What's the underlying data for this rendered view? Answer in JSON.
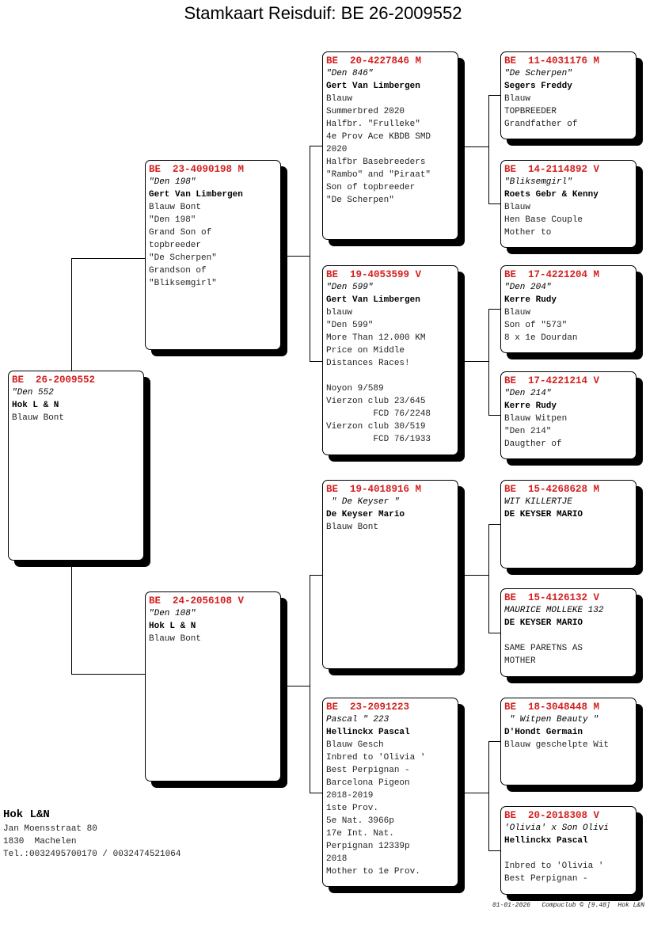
{
  "title": "Stamkaart Reisduif: BE  26-2009552",
  "pigeons": [
    {
      "ring": "BE  26-2009552",
      "name": "\"Den 552",
      "owner": "Hok L & N",
      "lines": [
        "Blauw Bont"
      ]
    },
    {
      "ring": "BE  23-4090198 M",
      "name": "\"Den 198\"",
      "owner": "Gert Van Limbergen",
      "lines": [
        "Blauw Bont",
        "\"Den 198\"",
        "Grand Son of",
        "topbreeder",
        "\"De Scherpen\"",
        "Grandson of",
        "\"Bliksemgirl\""
      ]
    },
    {
      "ring": "BE  24-2056108 V",
      "name": "\"Den 108\"",
      "owner": "Hok L & N",
      "lines": [
        "Blauw Bont"
      ]
    },
    {
      "ring": "BE  20-4227846 M",
      "name": "\"Den 846\"",
      "owner": "Gert Van Limbergen",
      "lines": [
        "Blauw",
        "Summerbred 2020",
        "Halfbr. \"Frulleke\"",
        "4e Prov Ace KBDB SMD",
        "2020",
        "Halfbr Basebreeders",
        "\"Rambo\" and \"Piraat\"",
        "Son of topbreeder",
        "\"De Scherpen\""
      ]
    },
    {
      "ring": "BE  19-4053599 V",
      "name": "\"Den 599\"",
      "owner": "Gert Van Limbergen",
      "lines": [
        "blauw",
        "\"Den 599\"",
        "More Than 12.000 KM",
        "Price on Middle",
        "Distances Races!",
        "",
        "Noyon 9/589",
        "Vierzon club 23/645",
        "         FCD 76/2248",
        "Vierzon club 30/519",
        "         FCD 76/1933"
      ]
    },
    {
      "ring": "BE  19-4018916 M",
      "name": " \" De Keyser \"",
      "owner": "De Keyser Mario",
      "lines": [
        "Blauw Bont"
      ]
    },
    {
      "ring": "BE  23-2091223",
      "name": "Pascal \" 223",
      "owner": "Hellinckx Pascal",
      "lines": [
        "Blauw Gesch",
        "Inbred to 'Olivia '",
        "Best Perpignan -",
        "Barcelona Pigeon",
        "2018-2019",
        "1ste Prov.",
        "5e Nat. 3966p",
        "17e Int. Nat.",
        "Perpignan 12339p",
        "2018",
        "Mother to 1e Prov."
      ]
    },
    {
      "ring": "BE  11-4031176 M",
      "name": "\"De Scherpen\"",
      "owner": "Segers Freddy",
      "lines": [
        "Blauw",
        "TOPBREEDER",
        "Grandfather of"
      ]
    },
    {
      "ring": "BE  14-2114892 V",
      "name": "\"Bliksemgirl\"",
      "owner": "Roets Gebr & Kenny",
      "lines": [
        "Blauw",
        "Hen Base Couple",
        "Mother to"
      ]
    },
    {
      "ring": "BE  17-4221204 M",
      "name": "\"Den 204\"",
      "owner": "Kerre Rudy",
      "lines": [
        "Blauw",
        "Son of \"573\"",
        "8 x 1e Dourdan"
      ]
    },
    {
      "ring": "BE  17-4221214 V",
      "name": "\"Den 214\"",
      "owner": "Kerre Rudy",
      "lines": [
        "Blauw Witpen",
        "\"Den 214\"",
        "Daugther of"
      ]
    },
    {
      "ring": "BE  15-4268628 M",
      "name": "WIT KILLERTJE",
      "owner": "DE KEYSER MARIO",
      "lines": []
    },
    {
      "ring": "BE  15-4126132 V",
      "name": "MAURICE MOLLEKE 132",
      "owner": "DE KEYSER MARIO",
      "lines": [
        "",
        "SAME PARETNS AS",
        "MOTHER"
      ]
    },
    {
      "ring": "BE  18-3048448 M",
      "name": " \" Witpen Beauty \"",
      "owner": "D'Hondt Germain",
      "lines": [
        "Blauw geschelpte Wit"
      ]
    },
    {
      "ring": "BE  20-2018308 V",
      "name": "'Olivia' x Son Olivi",
      "owner": "Hellinckx Pascal",
      "lines": [
        "",
        "Inbred to 'Olivia '",
        "Best Perpignan -"
      ]
    }
  ],
  "owner_block": {
    "name": "Hok L&N",
    "address": "Jan Moensstraat 80",
    "city": "1830  Machelen",
    "phone": "Tel.:0032495700170 / 0032474521064"
  },
  "footer": "01-01-2026   Compuclub © [9.48]  Hok L&N",
  "colors": {
    "ring": "#d42020",
    "shadow": "#000000"
  }
}
